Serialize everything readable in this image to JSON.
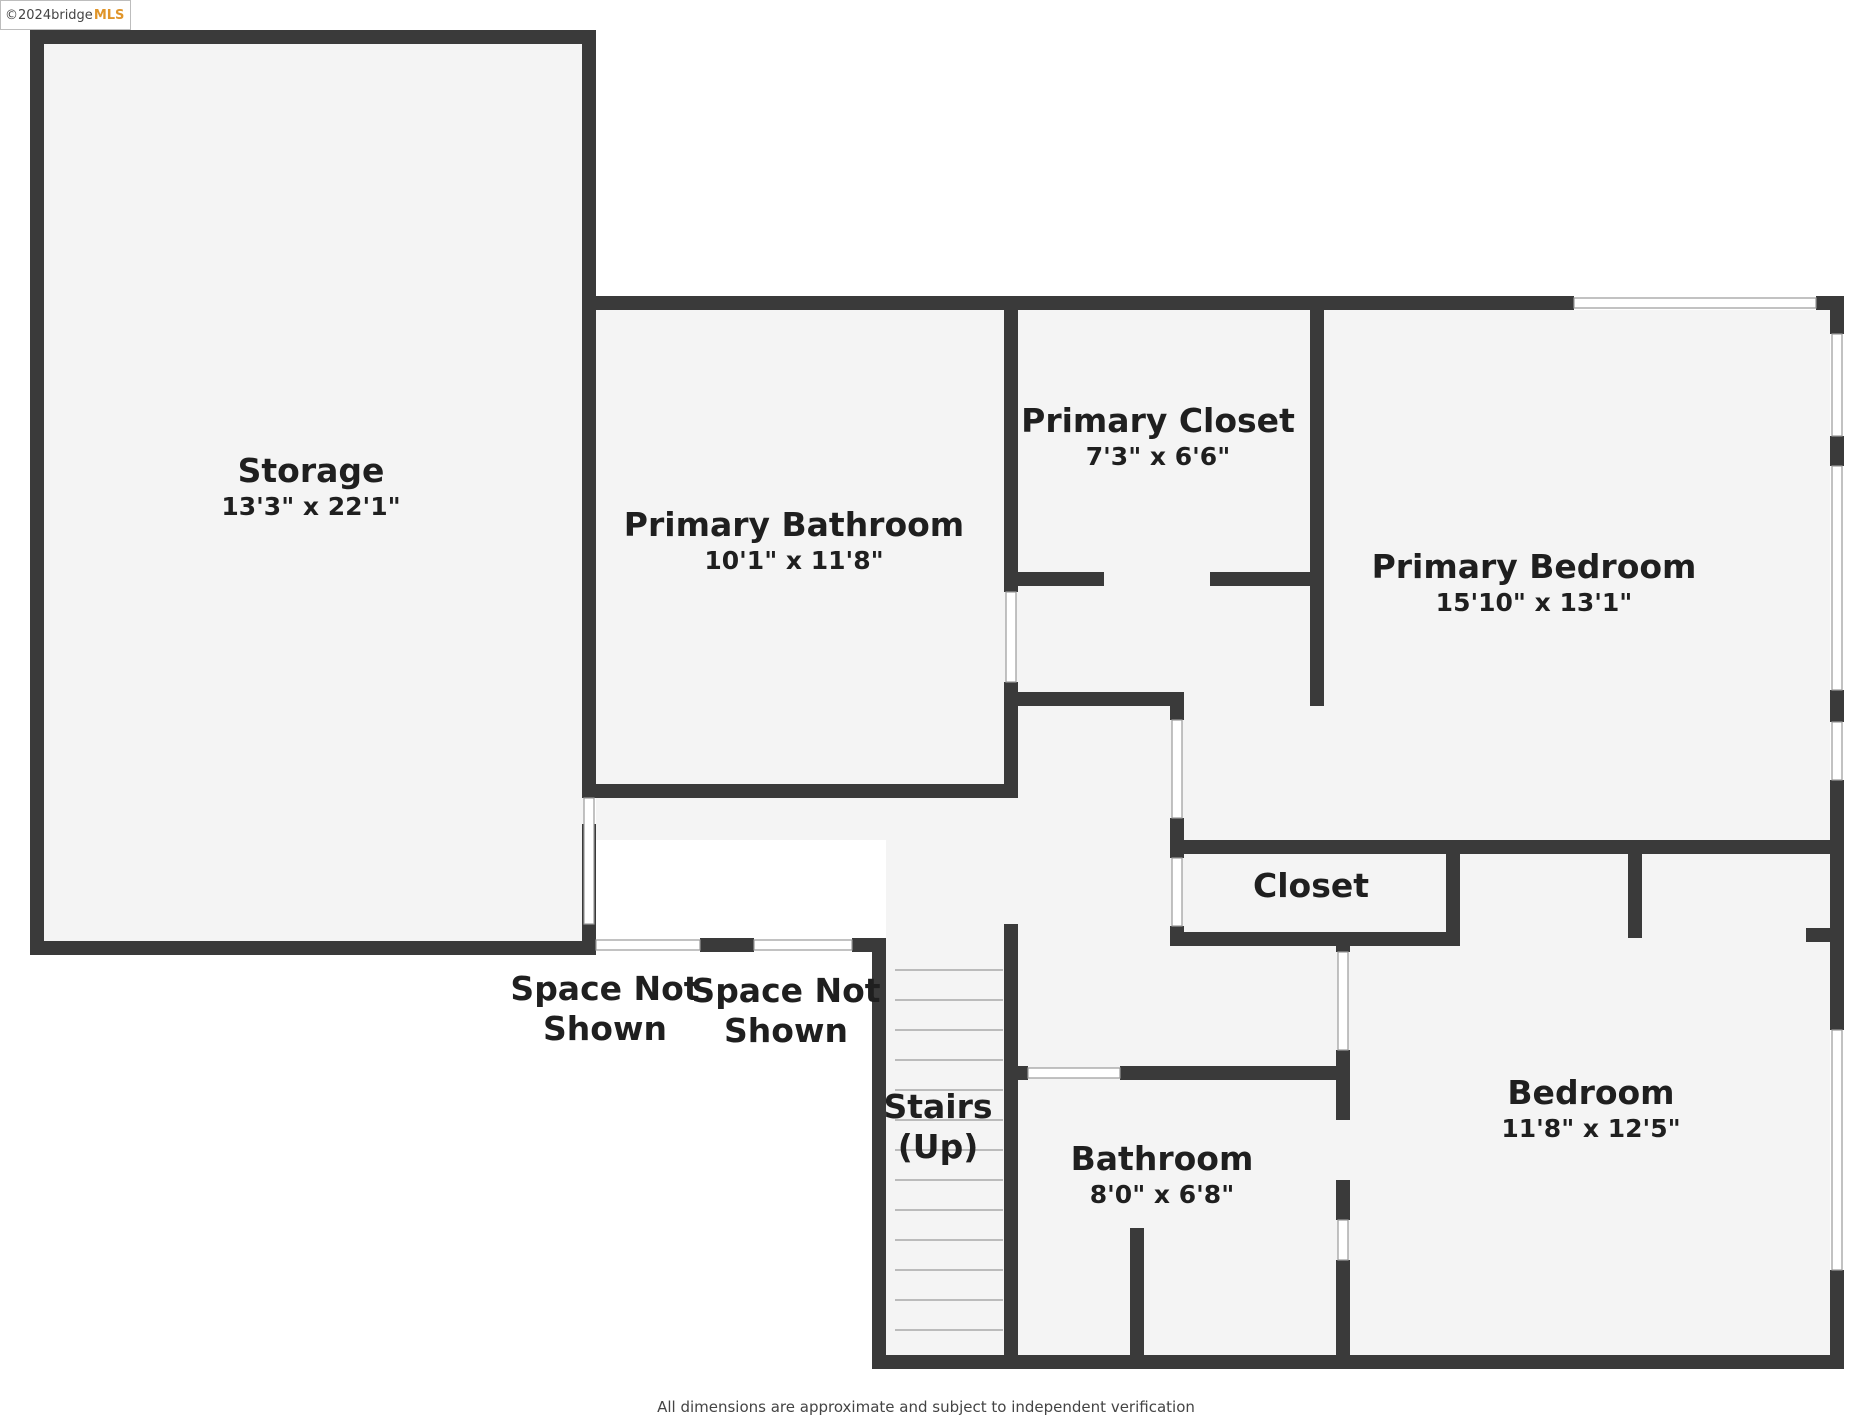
{
  "badge": {
    "copyright": "©2024",
    "brand": "bridge",
    "brand_accent": "MLS"
  },
  "rooms": {
    "storage": {
      "name": "Storage",
      "dims": "13'3\" x 22'1\""
    },
    "primary_bathroom": {
      "name": "Primary Bathroom",
      "dims": "10'1\" x 11'8\""
    },
    "primary_closet": {
      "name": "Primary Closet",
      "dims": "7'3\" x 6'6\""
    },
    "primary_bedroom": {
      "name": "Primary Bedroom",
      "dims": "15'10\" x 13'1\""
    },
    "closet": {
      "name": "Closet"
    },
    "bedroom": {
      "name": "Bedroom",
      "dims": "11'8\" x 12'5\""
    },
    "bathroom": {
      "name": "Bathroom",
      "dims": "8'0\" x 6'8\""
    },
    "stairs": {
      "line1": "Stairs",
      "line2": "(Up)"
    },
    "space_not_shown_1": {
      "line1": "Space Not",
      "line2": "Shown"
    },
    "space_not_shown_2": {
      "line1": "Space Not",
      "line2": "Shown"
    }
  },
  "disclaimer": "All dimensions are approximate and subject to independent verification",
  "colors": {
    "wall": "#3a3a3a",
    "floor": "#f4f4f4",
    "accent": "#e0952a"
  }
}
